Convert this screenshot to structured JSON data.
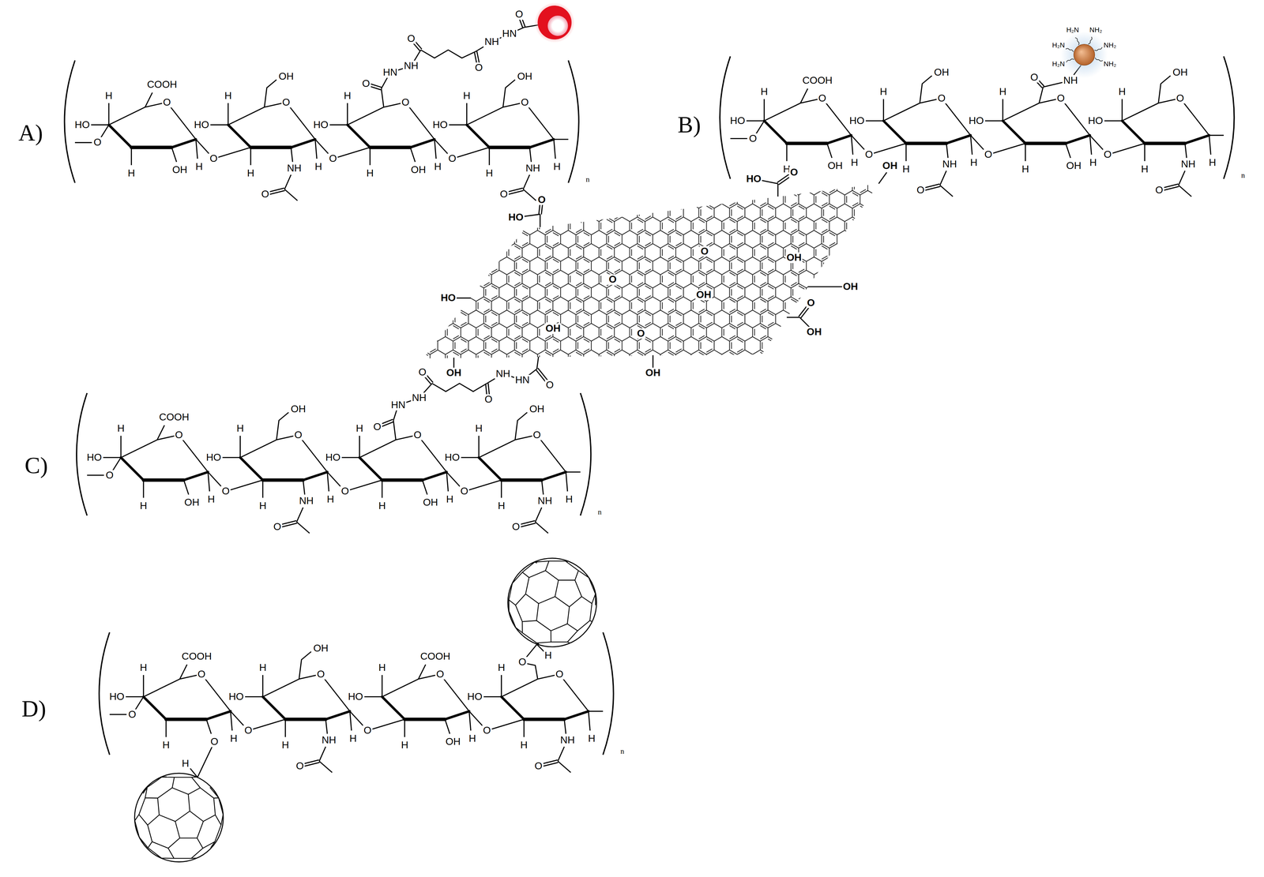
{
  "diagram": {
    "labels": [
      "A)",
      "O",
      "H",
      "HO",
      "COOH",
      "O",
      "H",
      "OH",
      "H",
      "O",
      "H",
      "HO",
      "OH",
      "O",
      "H",
      "NH",
      "O",
      "H",
      "O",
      "H",
      "HO",
      "O",
      "H",
      "OH",
      "H",
      "O",
      "H",
      "HO",
      "OH",
      "O",
      "H",
      "NH",
      "O",
      "H",
      "n",
      "O",
      "HN",
      "NH",
      "O",
      "O",
      "NH",
      "HN",
      "O",
      "B)",
      "O",
      "H",
      "HO",
      "COOH",
      "O",
      "H",
      "OH",
      "H",
      "O",
      "H",
      "HO",
      "OH",
      "O",
      "H",
      "NH",
      "O",
      "H",
      "O",
      "H",
      "HO",
      "O",
      "H",
      "OH",
      "H",
      "O",
      "H",
      "HO",
      "OH",
      "O",
      "H",
      "NH",
      "O",
      "H",
      "n",
      "O",
      "NH",
      "H₂N",
      "H₂N",
      "NH₂",
      "NH₂",
      "NH₂",
      "H₂N",
      "C)",
      "O",
      "H",
      "HO",
      "COOH",
      "O",
      "H",
      "OH",
      "H",
      "O",
      "H",
      "HO",
      "OH",
      "O",
      "H",
      "NH",
      "O",
      "H",
      "O",
      "H",
      "HO",
      "O",
      "H",
      "OH",
      "H",
      "O",
      "H",
      "HO",
      "OH",
      "O",
      "H",
      "NH",
      "O",
      "H",
      "n",
      "O",
      "HN",
      "NH",
      "O",
      "O",
      "NH",
      "HN",
      "O",
      "HO",
      "O",
      "HO",
      "O",
      "OH",
      "HO",
      "O",
      "OH",
      "O",
      "OH",
      "OH",
      "O",
      "OH",
      "OH",
      "O",
      "OH",
      "OH",
      "D)",
      "O",
      "H",
      "HO",
      "COOH",
      "O",
      "H",
      "O",
      "H",
      "O",
      "H",
      "HO",
      "OH",
      "O",
      "H",
      "NH",
      "O",
      "H",
      "O",
      "H",
      "HO",
      "COOH",
      "O",
      "H",
      "OH",
      "H",
      "O",
      "H",
      "HO",
      "O",
      "O",
      "H",
      "NH",
      "O",
      "H",
      "n",
      "H",
      "H"
    ]
  }
}
